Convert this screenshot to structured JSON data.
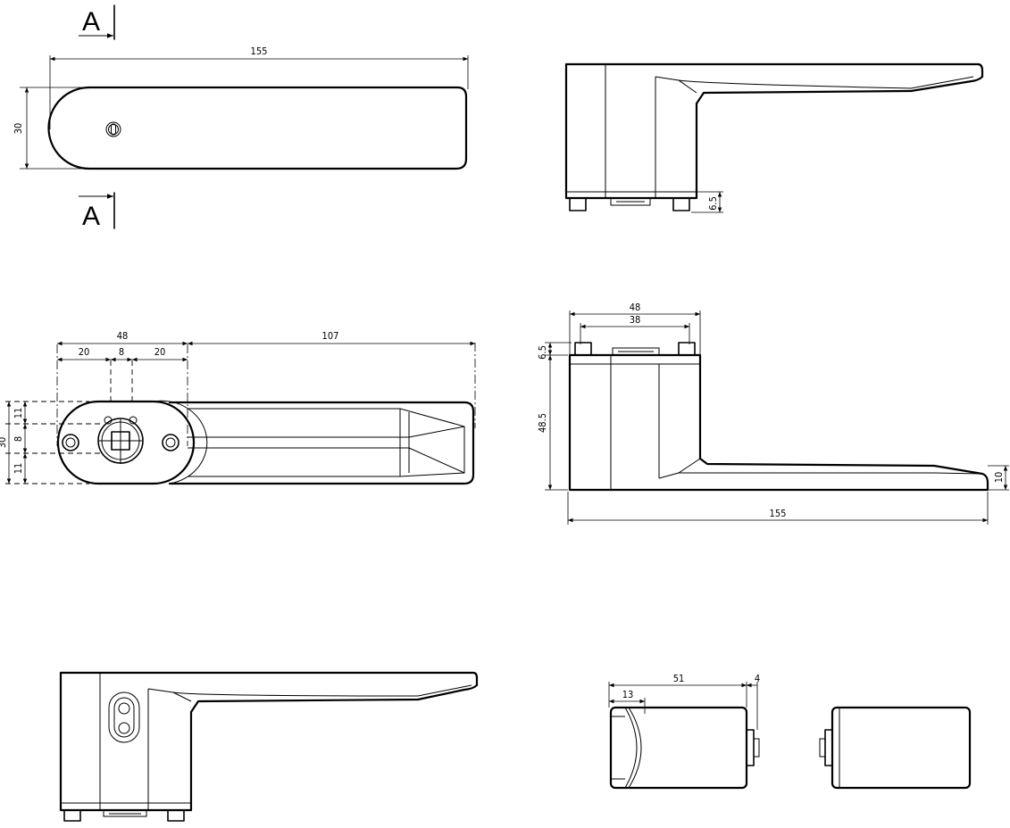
{
  "section": {
    "label_top": "A",
    "label_bottom": "A"
  },
  "dims": {
    "top_length": "155",
    "top_height": "30",
    "side_standoff": "6.5",
    "rose_width": "48",
    "handle_length": "107",
    "rose_left": "20",
    "rose_center": "8",
    "rose_right": "20",
    "v_top": "11",
    "v_mid": "8",
    "v_bottom": "11",
    "v_total": "30",
    "front_width": "48",
    "front_screws": "38",
    "front_standoff": "6.5",
    "front_height": "48.5",
    "front_length": "155",
    "front_thickness": "10",
    "cyl_length": "51",
    "cyl_cap": "13",
    "cyl_tail": "4"
  }
}
